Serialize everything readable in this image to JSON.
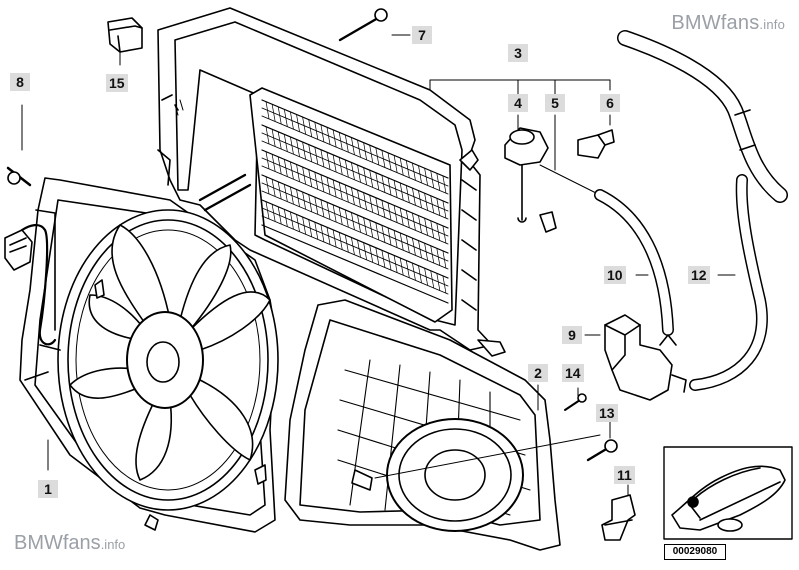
{
  "watermarks": {
    "top": {
      "brand": "BMWfans",
      "suffix": ".info"
    },
    "bottom": {
      "brand": "BMWfans",
      "suffix": ".info"
    }
  },
  "doc_id": "00029080",
  "callouts": [
    "1",
    "2",
    "3",
    "4",
    "5",
    "6",
    "7",
    "8",
    "9",
    "10",
    "11",
    "12",
    "13",
    "14",
    "15"
  ]
}
